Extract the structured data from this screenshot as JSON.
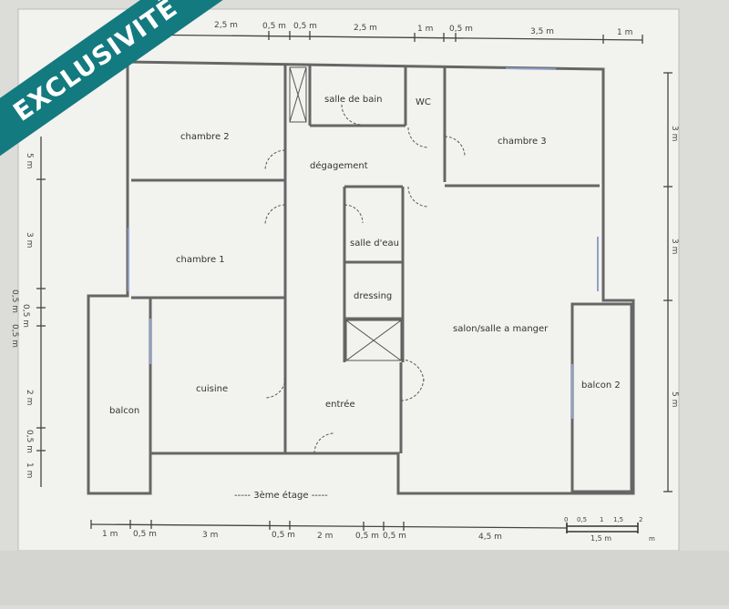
{
  "banner": {
    "label": "EXCLUSIVITÉ",
    "color": "#137a7f"
  },
  "floor_label": "----- 3ème étage -----",
  "rooms": {
    "chambre2": "chambre 2",
    "salle_de_bain": "salle de bain",
    "wc": "WC",
    "chambre3": "chambre 3",
    "degagement": "dégagement",
    "chambre1": "chambre 1",
    "salle_eau": "salle d'eau",
    "dressing": "dressing",
    "salon": "salon/salle a manger",
    "cuisine": "cuisine",
    "balcon": "balcon",
    "entree": "entrée",
    "balcon2": "balcon 2"
  },
  "dimensions": {
    "top": [
      "2,5 m",
      "0,5 m",
      "0,5 m",
      "2,5 m",
      "1 m",
      "0,5 m",
      "3,5 m",
      "1 m"
    ],
    "bottom": [
      "1 m",
      "0,5 m",
      "3 m",
      "0,5 m",
      "2 m",
      "0,5 m",
      "0,5 m",
      "4,5 m"
    ],
    "left": [
      "5 m",
      "3 m",
      "0,5 m",
      "0,5 m",
      "0,5 m",
      "2 m",
      "0,5 m",
      "1 m"
    ],
    "right": [
      "3 m",
      "3 m",
      "5 m"
    ]
  },
  "scale": {
    "ticks": [
      "0",
      "0,5",
      "1",
      "1,5",
      "2"
    ],
    "unit": "m",
    "label": "1,5 m"
  }
}
